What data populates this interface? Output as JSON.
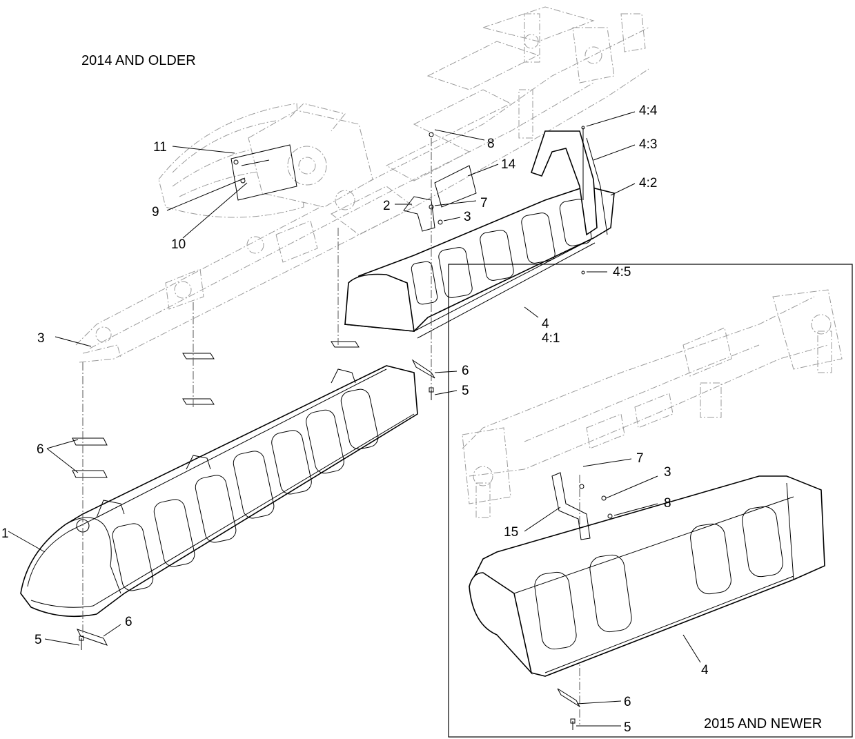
{
  "headers": {
    "older": "2014 AND OLDER",
    "newer": "2015 AND NEWER"
  },
  "callouts": {
    "c11": "11",
    "c9": "9",
    "c10": "10",
    "c8_top": "8",
    "c14": "14",
    "c2": "2",
    "c7_top": "7",
    "c3_top": "3",
    "c4_4": "4:4",
    "c4_3": "4:3",
    "c4_2": "4:2",
    "c4_5": "4:5",
    "c4_top": "4",
    "c4_1": "4:1",
    "c3_left": "3",
    "c6_mid": "6",
    "c5_mid": "5",
    "c6_left": "6",
    "c1": "1",
    "c6_bottom": "6",
    "c5_bottom": "5",
    "c7_new": "7",
    "c3_new": "3",
    "c8_new": "8",
    "c15": "15",
    "c4_new": "4",
    "c6_new": "6",
    "c5_new": "5"
  }
}
